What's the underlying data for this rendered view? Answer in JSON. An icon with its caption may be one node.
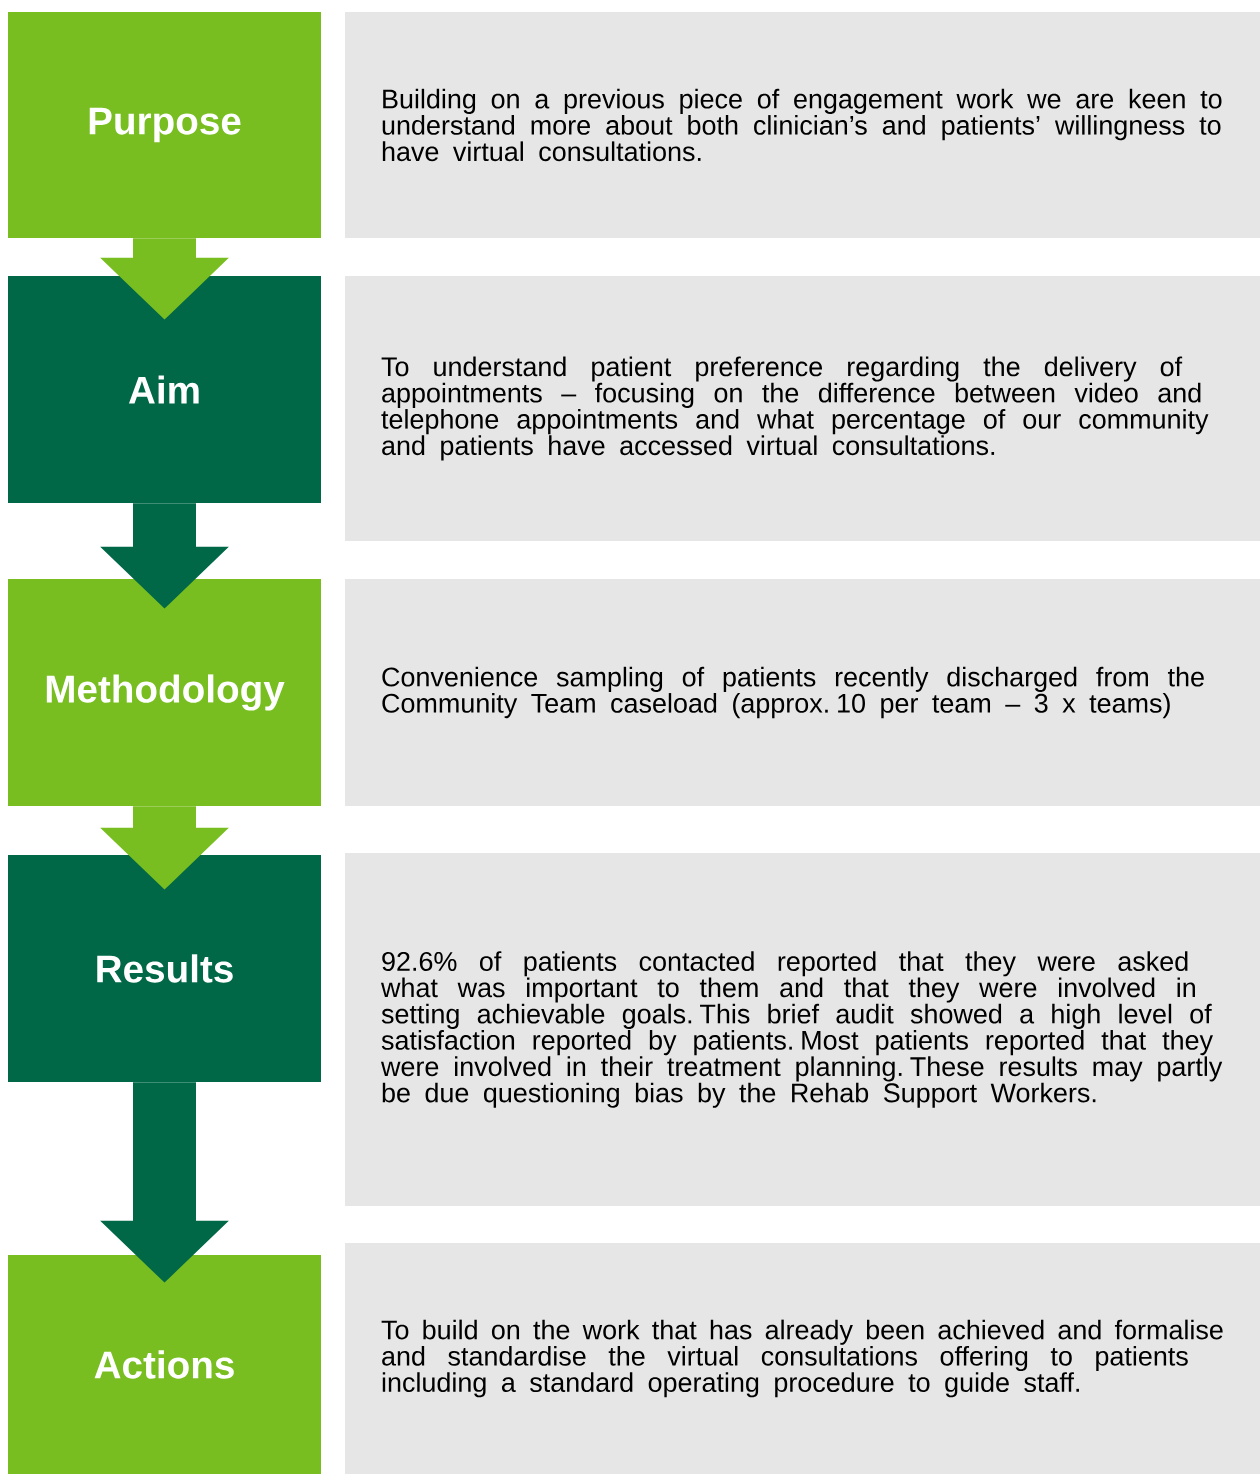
{
  "diagram": {
    "nodes": [
      {
        "text": [
          "Purpose"
        ]
      },
      {
        "text": [
          "Building on a previous piece of engagement work we are keen to understand more about both clinician’s and patients’ willingness to have virtual consultations."
        ]
      },
      {
        "text": [
          "Aim"
        ]
      },
      {
        "text": [
          "To understand patient preference regarding the delivery of appointments – focusing on the difference between video and telephone appointments and what percentage of our community and patients have accessed virtual consultations."
        ]
      },
      {
        "text": [
          "Methodology"
        ]
      },
      {
        "text": [
          "Convenience sampling of patients recently discharged from the Community Team caseload (approx. 10 per team – 3 x teams)"
        ]
      },
      {
        "text": [
          "Results"
        ]
      },
      {
        "text": [
          "92.6% of patients contacted reported that they were asked what was important to them and that they were involved in setting achievable goals. This brief audit showed a high level of satisfaction reported by patients. Most patients reported that they were involved in their treatment planning. These results may partly be due questioning bias by the Rehab Support Workers."
        ]
      },
      {
        "text": [
          "Actions"
        ]
      },
      {
        "text": [
          "To build on the work that has already been achieved and formalise and standardise the virtual consultations offering to patients including a standard operating procedure to guide staff."
        ]
      }
    ],
    "edges": [
      {
        "from": 0,
        "to": 2,
        "arrow": "to",
        "color": "#78be20"
      },
      {
        "from": 2,
        "to": 4,
        "arrow": "to",
        "color": "#006747"
      },
      {
        "from": 4,
        "to": 6,
        "arrow": "to",
        "color": "#78be20"
      },
      {
        "from": 6,
        "to": 8,
        "arrow": "to",
        "color": "#006747"
      }
    ]
  }
}
